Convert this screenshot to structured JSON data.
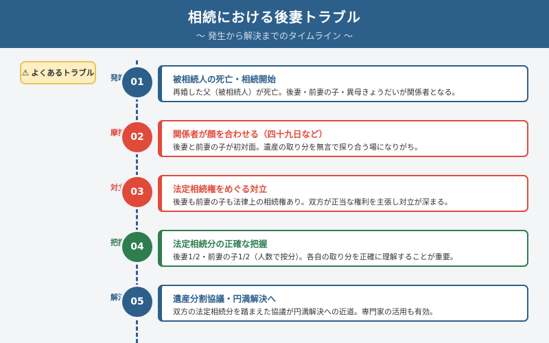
{
  "header": {
    "title": "相続における後妻トラブル",
    "subtitle": "〜 発生から解決までのタイムライン 〜"
  },
  "badge": {
    "icon": "warning-icon",
    "label": "よくあるトラブル"
  },
  "colors": {
    "blue": "#2d5f8b",
    "red": "#e04a3b",
    "green": "#2e7d4f"
  },
  "steps": [
    {
      "number": "01",
      "stage": "発端",
      "title": "被相続人の死亡・相続開始",
      "desc": "再婚した父（被相続人）が死亡。後妻・前妻の子・異母きょうだいが関係者となる。",
      "color": "blue"
    },
    {
      "number": "02",
      "stage": "摩擦",
      "title": "関係者が顔を合わせる（四十九日など）",
      "desc": "後妻と前妻の子が初対面。遺産の取り分を無言で探り合う場になりがち。",
      "color": "red"
    },
    {
      "number": "03",
      "stage": "対立",
      "title": "法定相続権をめぐる対立",
      "desc": "後妻も前妻の子も法律上の相続権あり。双方が正当な権利を主張し対立が深まる。",
      "color": "red"
    },
    {
      "number": "04",
      "stage": "把握",
      "title": "法定相続分の正確な把握",
      "desc": "後妻1/2・前妻の子1/2（人数で按分）。各自の取り分を正確に理解することが重要。",
      "color": "green"
    },
    {
      "number": "05",
      "stage": "解決",
      "title": "遺産分割協議・円満解決へ",
      "desc": "双方の法定相続分を踏まえた協議が円満解決への近道。専門家の活用も有効。",
      "color": "blue"
    }
  ]
}
